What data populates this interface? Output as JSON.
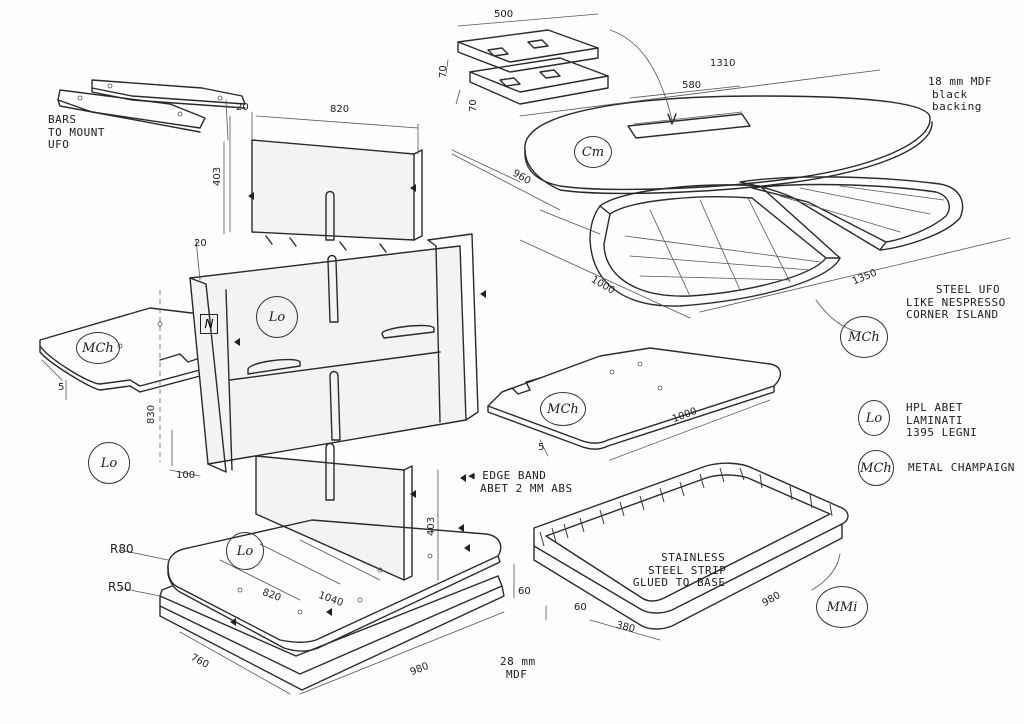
{
  "sheet": {
    "notes": {
      "bars": [
        "BARS",
        "TO MOUNT",
        "UFO"
      ],
      "mdf18": [
        "18 mm MDF",
        "black",
        "backing"
      ],
      "steel_ufo": [
        "STEEL UFO",
        "LIKE NESPRESSO",
        "CORNER ISLAND"
      ],
      "edge_band": [
        "EDGE BAND",
        "ABET 2 mm ABS"
      ],
      "stainless": [
        "STAINLESS",
        "STEEL STRIP",
        "GLUED TO BASE"
      ],
      "mdf28": [
        "28 mm",
        "MDF"
      ]
    },
    "legend": {
      "hpl": [
        "HPL ABET",
        "LAMINATI",
        "1395 LEGNI"
      ],
      "metal": "METAL CHAMPAIGN",
      "lo_code": "Lo",
      "mch_code": "MCh"
    },
    "codes": {
      "lo": "Lo",
      "lo_small": "Lo",
      "lo_panel": "Lo",
      "lo_base": "Lo",
      "mch": "MCh",
      "mch_shelf": "MCh",
      "mch_ufo": "MCh",
      "cm": "Cm",
      "mm": "MMi",
      "n": "N"
    },
    "dimensions": {
      "d500": "500",
      "d70a": "70",
      "d70b": "70",
      "d1310": "1310",
      "d580": "580",
      "d960": "960",
      "d1000": "1000",
      "d1350": "1350",
      "d1000b": "1000",
      "d5a": "5",
      "d5b": "5",
      "d820": "820",
      "d20a": "20",
      "d20b": "20",
      "d403a": "403",
      "d403b": "403",
      "d830": "830",
      "d100": "100",
      "r80": "R80",
      "r50": "R50",
      "d820b": "820",
      "d1040": "1040",
      "d760": "760",
      "d980a": "980",
      "d980b": "980",
      "d60a": "60",
      "d60b": "60",
      "d380": "380"
    }
  }
}
